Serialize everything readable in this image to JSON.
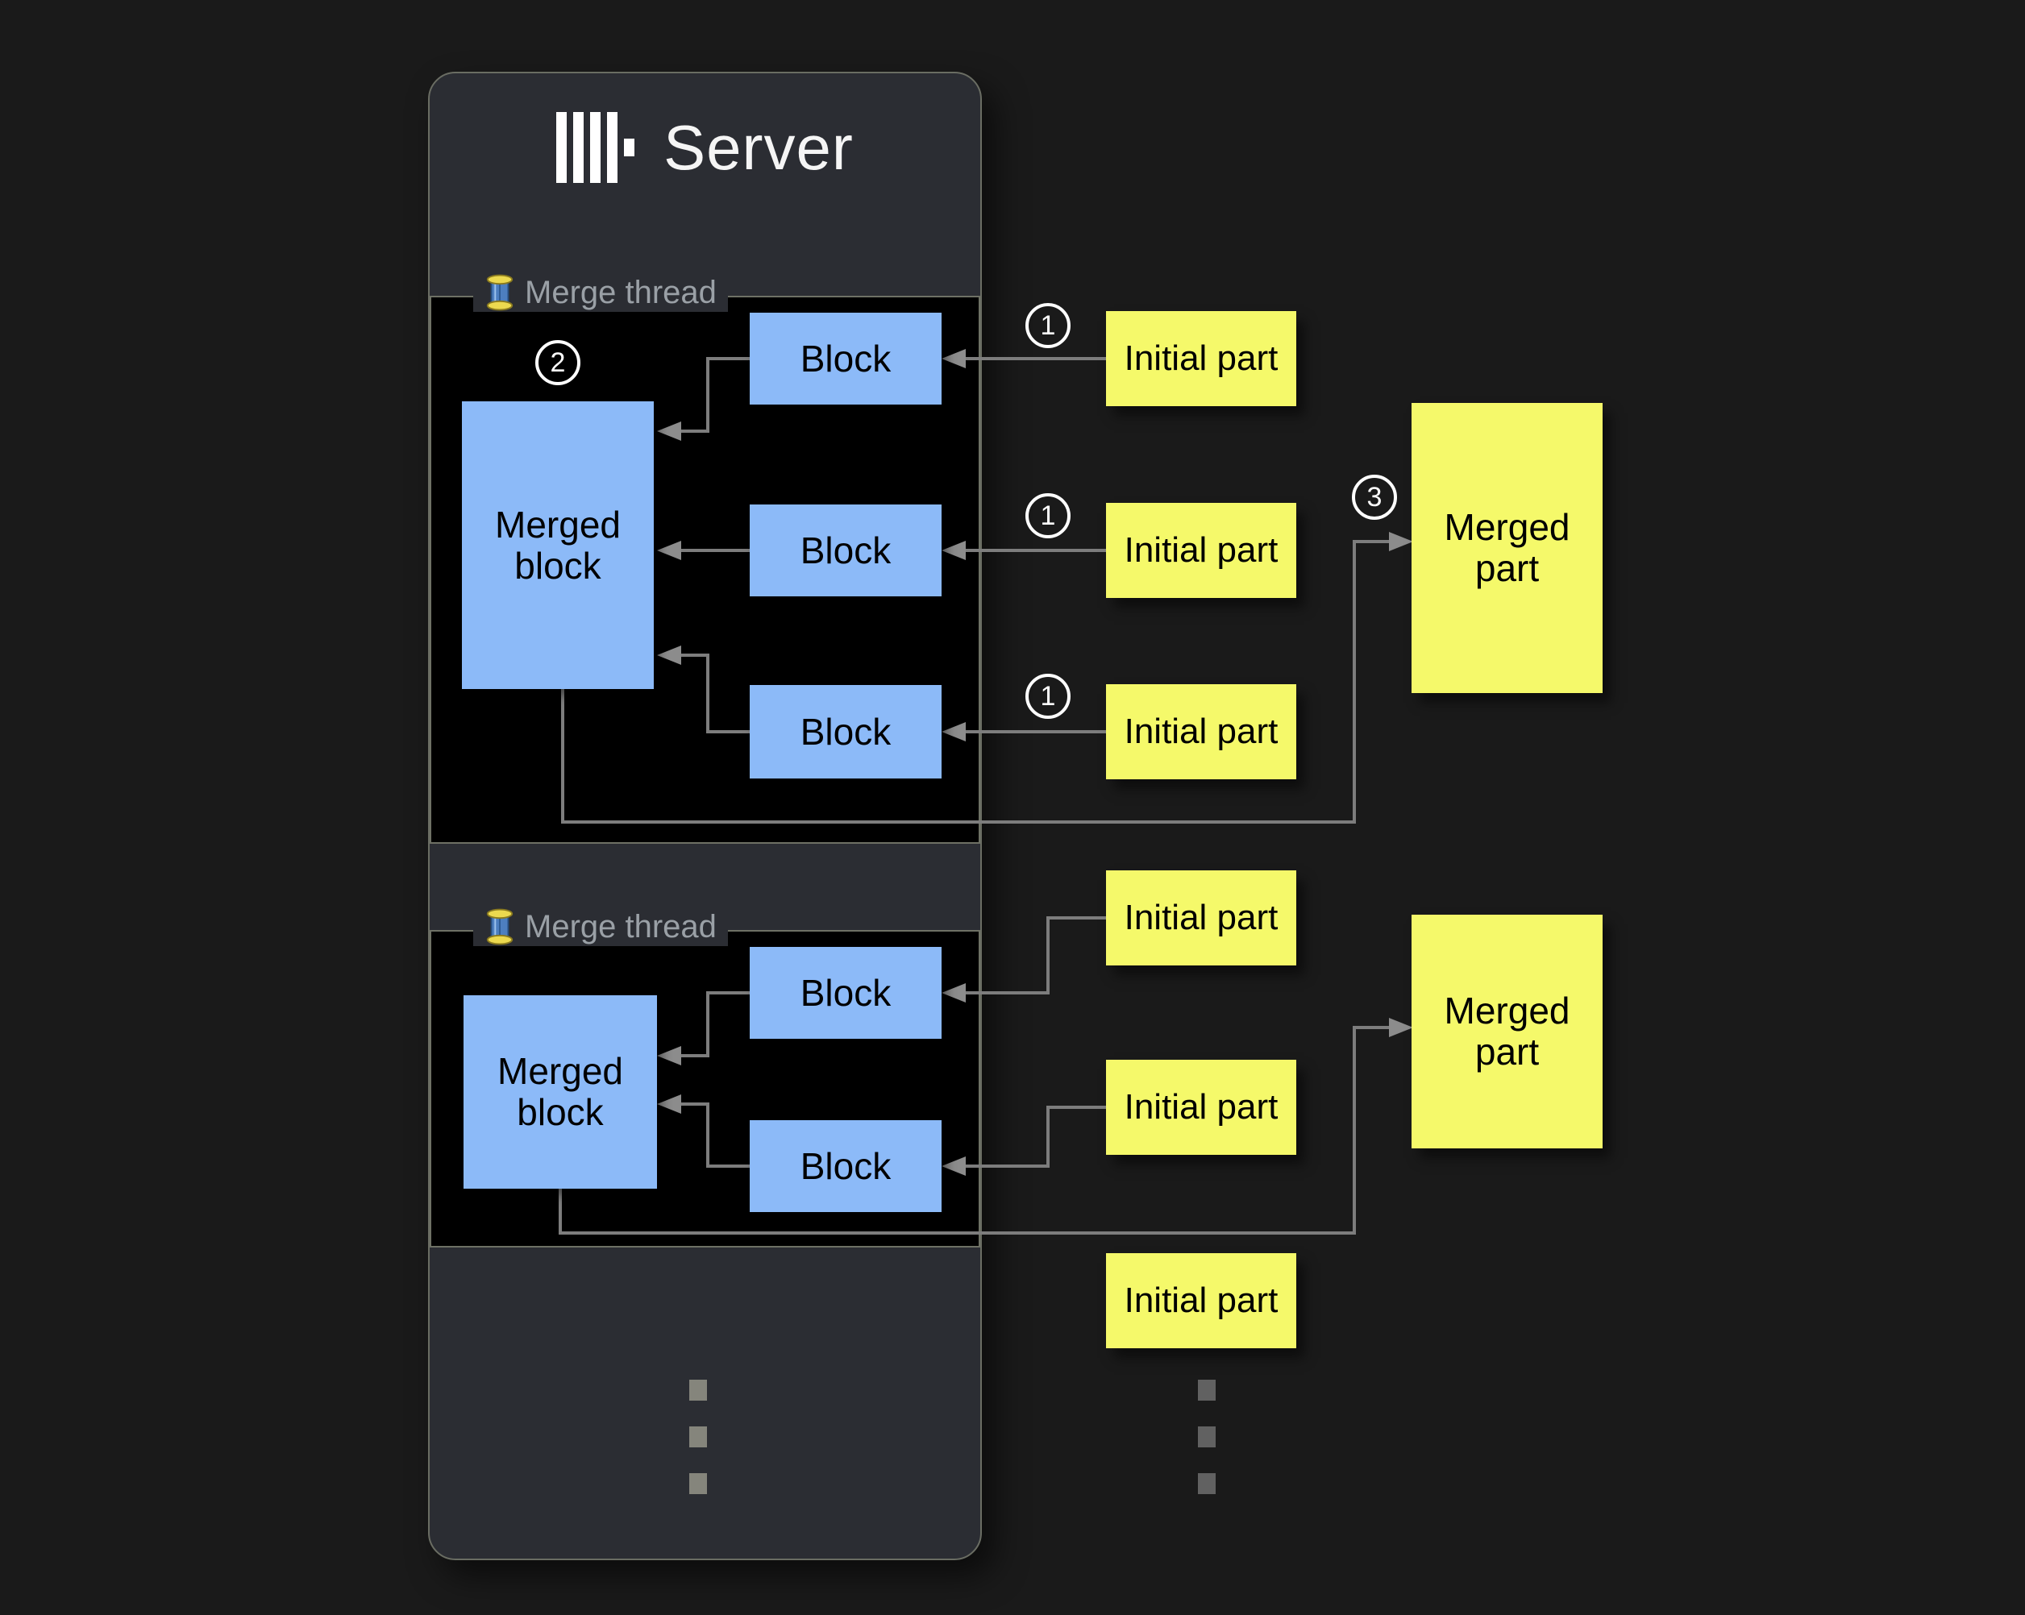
{
  "server_title": "Server",
  "threads": [
    {
      "label": "Merge thread",
      "merged_block": "Merged block",
      "blocks": [
        "Block",
        "Block",
        "Block"
      ]
    },
    {
      "label": "Merge thread",
      "merged_block": "Merged block",
      "blocks": [
        "Block",
        "Block"
      ]
    }
  ],
  "round1": {
    "initial_parts": [
      "Initial part",
      "Initial part",
      "Initial part"
    ],
    "merged_part": "Merged part",
    "step_insert": "1",
    "step_merge": "2",
    "step_write": "3"
  },
  "round2": {
    "initial_parts": [
      "Initial part",
      "Initial part",
      "Initial part"
    ],
    "merged_part": "Merged part"
  },
  "colors": {
    "page_bg": "#1a1a1a",
    "panel_bg": "#2b2d33",
    "thread_box_bg": "#000000",
    "block_blue": "#8cbaf8",
    "part_yellow": "#f5f96a",
    "arrow_gray": "#7d7d7d",
    "legend_text_gray": "#9aa0a6",
    "title_white": "#f5f5f5"
  }
}
